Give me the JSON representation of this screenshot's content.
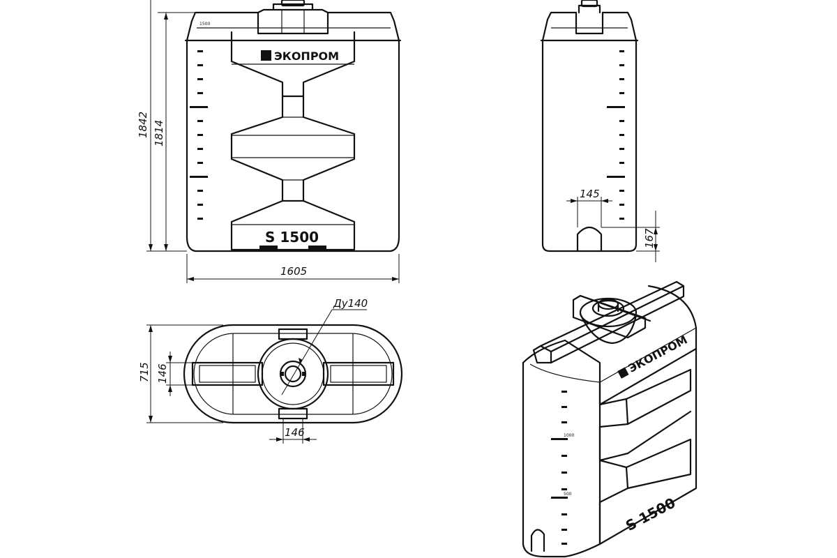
{
  "drawing": {
    "brand": "ЭКОПРОМ",
    "model": "S 1500"
  },
  "dimensions": {
    "height_total": "1842",
    "height_body": "1814",
    "width": "1605",
    "outlet_width": "145",
    "outlet_height": "167",
    "depth": "715",
    "rib_height": "146",
    "rib_width": "146",
    "neck": "Ду140"
  },
  "scale_labels": {
    "s1": "1500",
    "s2": "1000",
    "s3": "500"
  }
}
